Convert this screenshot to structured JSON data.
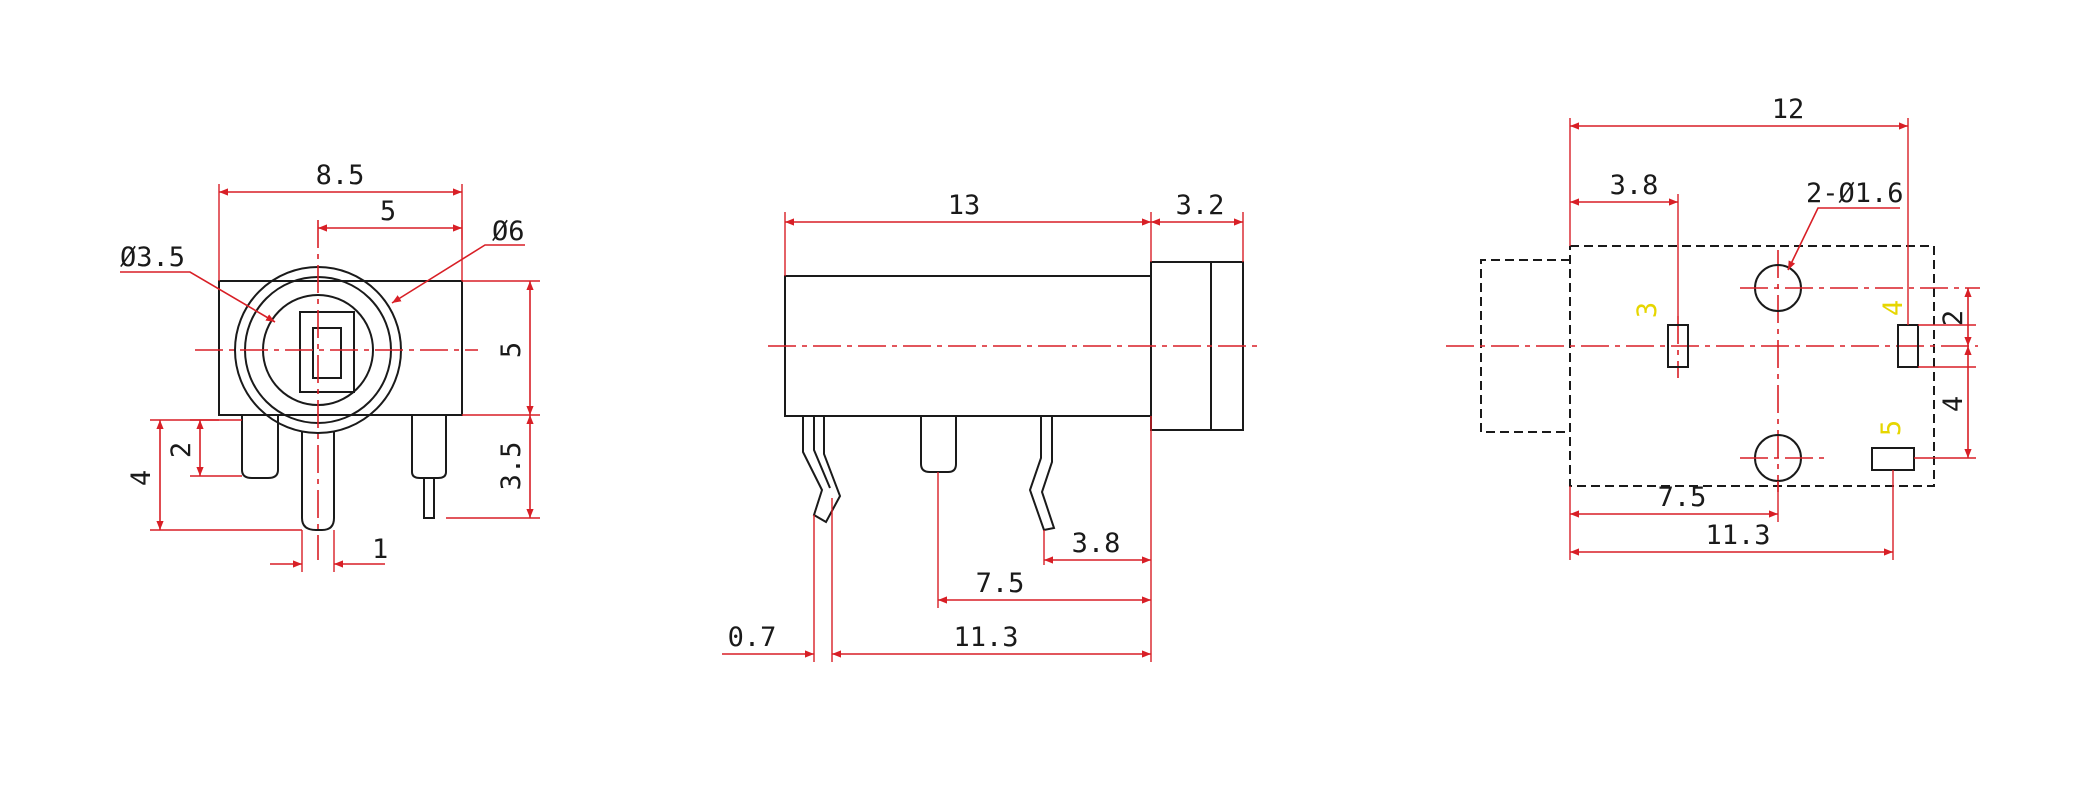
{
  "colors": {
    "outline": "#1a1a1a",
    "dimension": "#d81f26",
    "pin_number": "#e6d600"
  },
  "front_view": {
    "width": "8.5",
    "offset": "5",
    "inner_diameter": "Ø3.5",
    "outer_diameter": "Ø6",
    "body_height": "5",
    "pin_len_short": "2",
    "pin_len_long": "4",
    "pin_len_right": "3.5",
    "pin_width": "1"
  },
  "side_view": {
    "body_length": "13",
    "flange_length": "3.2",
    "pin_offset_1": "3.8",
    "pin_offset_2": "7.5",
    "pin_offset_3": "11.3",
    "pin_thickness": "0.7"
  },
  "footprint": {
    "total_width": "12",
    "offset": "3.8",
    "holes": "2-Ø1.6",
    "spacing_1": "7.5",
    "spacing_2": "11.3",
    "vertical_1": "2",
    "vertical_2": "4",
    "pins": [
      "3",
      "4",
      "5"
    ]
  }
}
